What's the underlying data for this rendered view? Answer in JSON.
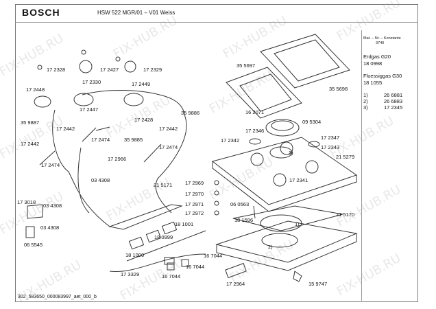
{
  "header": {
    "brand": "BOSCH",
    "model": "HSW 522 MGR/01 – V01 Weiss"
  },
  "sidebar": {
    "mat_line": "Mat. – Nr. – Konstante",
    "mat_value": "3740",
    "gas1_name": "Erdgas G20",
    "gas1_code": "18 0998",
    "gas2_name": "Fluessiggas G30",
    "gas2_code": "18 1055",
    "refs": [
      {
        "num": "1)",
        "code": "26 6881"
      },
      {
        "num": "2)",
        "code": "26 6883"
      },
      {
        "num": "3)",
        "code": "17 2345"
      }
    ]
  },
  "labels": {
    "p172328": "17 2328",
    "p172427": "17 2427",
    "p172329": "17 2329",
    "p172330": "17 2330",
    "p172448": "17 2448",
    "p172449": "17 2449",
    "p172447": "17 2447",
    "p172428": "17 2428",
    "p359887": "35 9887",
    "p172442a": "17 2442",
    "p172474a": "17 2474",
    "p359885": "35 9885",
    "p172442b": "17 2442",
    "p172442c": "17 2442",
    "p172474b": "17 2474",
    "p172474c": "17 2474",
    "p172966": "17 2966",
    "p359886": "35 9886",
    "p355697": "35 5697",
    "p355698": "35 5698",
    "p162071": "16 2071",
    "p095304": "09 5304",
    "p172346": "17 2346",
    "p172342": "17 2342",
    "p172347": "17 2347",
    "p172343": "17 2343",
    "p215279": "21 5279",
    "p172341": "17 2341",
    "p034308a": "03 4308",
    "p215171": "21 5171",
    "p172969": "17 2969",
    "p172970": "17 2970",
    "p173018": "17 3018",
    "p034308b": "03 4308",
    "p172971": "17 2971",
    "p060563": "06 0563",
    "p172972": "17 2972",
    "p181596": "18 1596",
    "p215170": "21 5170",
    "p034308c": "03 4308",
    "p181001": "18 1001",
    "p065545": "06 5545",
    "p180999": "18 0999",
    "p181000": "18 1000",
    "p167044a": "16 7044",
    "p173329": "17 3329",
    "p167044b": "16 7044",
    "p167044c": "16 7044",
    "p172964": "17 2964",
    "p159747": "15 9747",
    "m1": "1)",
    "m2": "2)",
    "m3": "3)"
  },
  "footer": {
    "text": "302_583650_000083997_aet_000_b"
  },
  "watermark": "FIX-HUB.RU"
}
